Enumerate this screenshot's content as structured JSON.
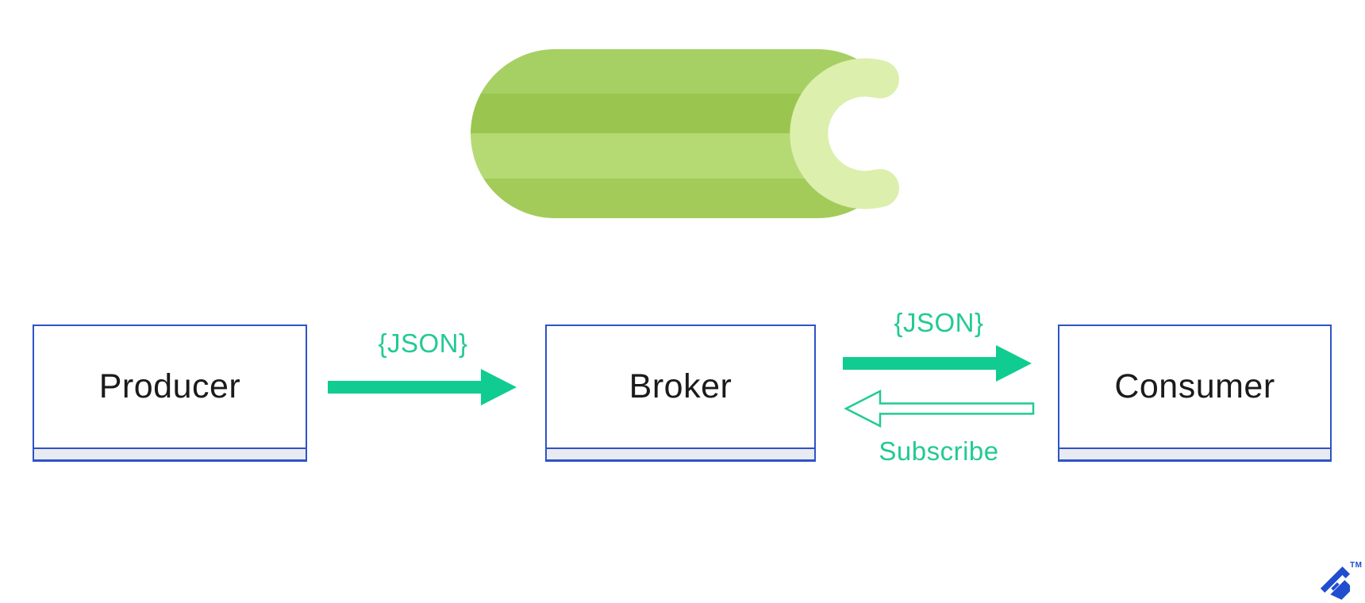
{
  "header_logo": {
    "name": "celery-logo",
    "stripe_colors": [
      "#a6d063",
      "#9ac64f",
      "#b5da74",
      "#a3cb5a"
    ],
    "cross_section_color": "#dcefad"
  },
  "diagram": {
    "nodes": [
      {
        "id": "producer",
        "label": "Producer"
      },
      {
        "id": "broker",
        "label": "Broker"
      },
      {
        "id": "consumer",
        "label": "Consumer"
      }
    ],
    "edges": [
      {
        "from": "producer",
        "to": "broker",
        "label": "{JSON}",
        "style": "solid-right-arrow"
      },
      {
        "from": "broker",
        "to": "consumer",
        "label": "{JSON}",
        "style": "solid-right-arrow"
      },
      {
        "from": "consumer",
        "to": "broker",
        "label": "Subscribe",
        "style": "outline-left-arrow"
      }
    ]
  },
  "branding": {
    "trademark": "TM",
    "logo_color": "#204ecf"
  },
  "colors": {
    "accent_green_fill": "#10cc90",
    "accent_green_text": "#22ca94",
    "node_border_blue": "#2e53c8",
    "node_footer_gray": "#e9ebf2",
    "node_text": "#1b1b1b",
    "background": "#ffffff"
  }
}
